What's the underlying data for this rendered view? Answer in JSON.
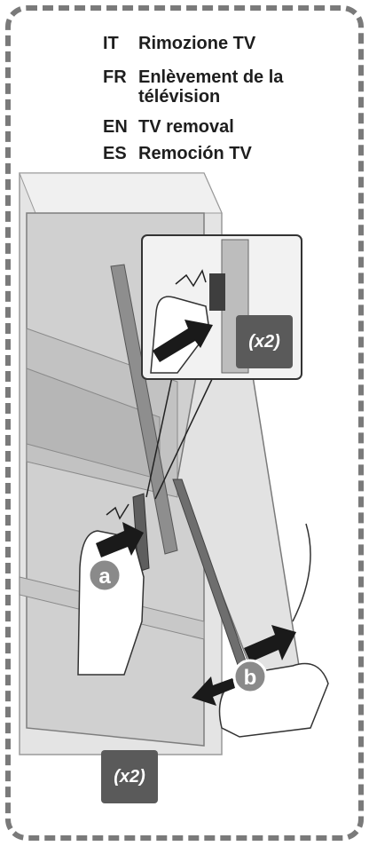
{
  "languages": [
    {
      "code": "IT",
      "text": "Rimozione TV"
    },
    {
      "code": "FR",
      "text": "Enlèvement de la télévision"
    },
    {
      "code": "EN",
      "text": "TV removal"
    },
    {
      "code": "ES",
      "text": "Remoción TV"
    }
  ],
  "labels": {
    "step_a": "a",
    "step_b": "b",
    "quantity_top": "(x2)",
    "quantity_bottom": "(x2)"
  },
  "colors": {
    "border": "#7a7a7a",
    "badge": "#5a5a5a",
    "arrow": "#1a1a1a",
    "panel": "#dcdcdc"
  }
}
